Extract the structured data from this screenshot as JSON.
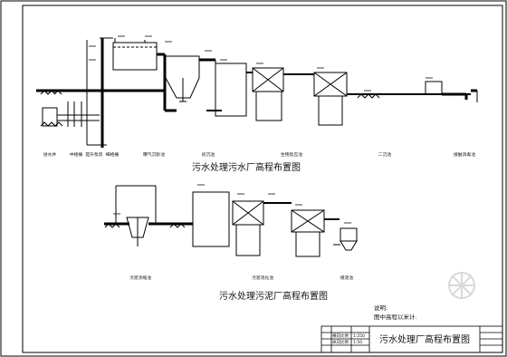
{
  "drawing": {
    "upper_title": "污水处理污水厂高程布置图",
    "lower_title": "污水处理污泥厂高程布置图",
    "note_label": "说明:",
    "note_text": "图中高程以米计.",
    "title_block": {
      "drawing_title": "污水处理厂高程布置图",
      "scale_h_label": "横向比例",
      "scale_h_value": "1:250",
      "scale_v_label": "纵向比例",
      "scale_v_value": "1:50"
    }
  },
  "upper_units": [
    "进水井",
    "中格栅",
    "提升泵房",
    "细格栅",
    "曝气沉砂池",
    "初沉池",
    "生物反应池",
    "二沉池",
    "接触消毒池"
  ],
  "lower_units": [
    "污泥浓缩池",
    "污泥消化池",
    "储泥池"
  ],
  "colors": {
    "line": "#000000",
    "watermark": "#d9d9d9"
  }
}
